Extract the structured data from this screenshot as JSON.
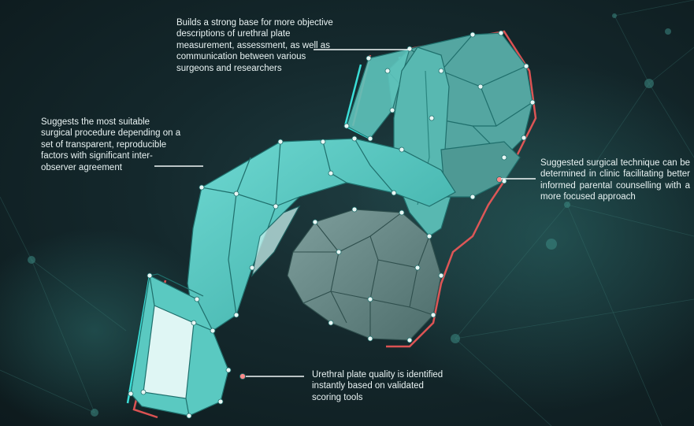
{
  "callouts": {
    "top": "Builds a strong base for more objective descriptions of urethral plate measurement, assessment, as well as communication between various surgeons and researchers",
    "left": "Suggests the most suitable surgical procedure depending on a set of transparent, reproducible factors with significant inter-observer agreement",
    "right": "Suggested surgical technique can be determined in clinic facilitating better informed parental counselling with a more focused approach",
    "bottom": "Urethral plate quality is identified instantly based on validated scoring tools"
  },
  "colors": {
    "background": "#14282c",
    "mesh_fill": "#4fc7c0",
    "mesh_light": "#9ee8e3",
    "mesh_edge": "#1f6f6c",
    "highlight_red": "#ff5a5a",
    "highlight_cyan": "#3ff2ea",
    "text": "#e9f3f3"
  },
  "illustration": {
    "subject": "low-poly 3D wireframe model of anatomy with node vertices",
    "style": "anaglyph red/cyan edge glow over dark network background"
  }
}
